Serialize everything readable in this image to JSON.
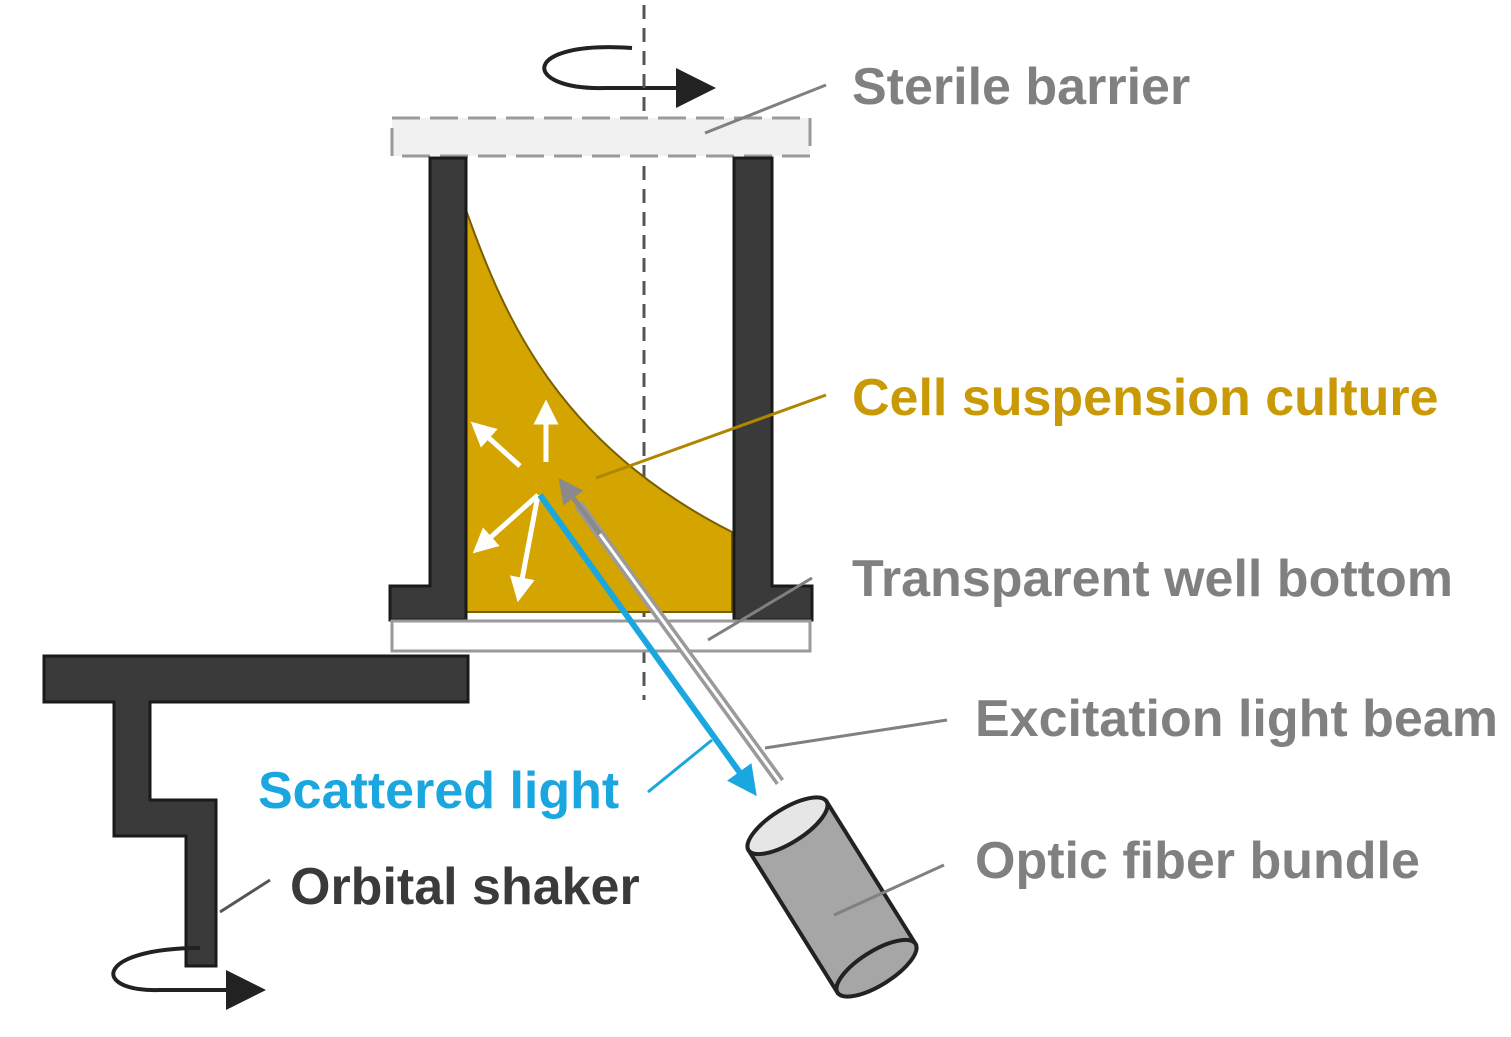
{
  "labels": {
    "sterile_barrier": "Sterile barrier",
    "cell_suspension_culture": "Cell suspension culture",
    "transparent_well_bottom": "Transparent well bottom",
    "excitation_light_beam": "Excitation light beam",
    "scattered_light": "Scattered light",
    "optic_fiber_bundle": "Optic fiber bundle",
    "orbital_shaker": "Orbital shaker"
  },
  "colors": {
    "label_gray": "#808080",
    "culture_gold": "#d4a400",
    "culture_label": "#c99a06",
    "scattered_blue": "#1aa7e0",
    "structure_dark": "#3a3a3a",
    "fiber_gray": "#a6a6a6"
  }
}
